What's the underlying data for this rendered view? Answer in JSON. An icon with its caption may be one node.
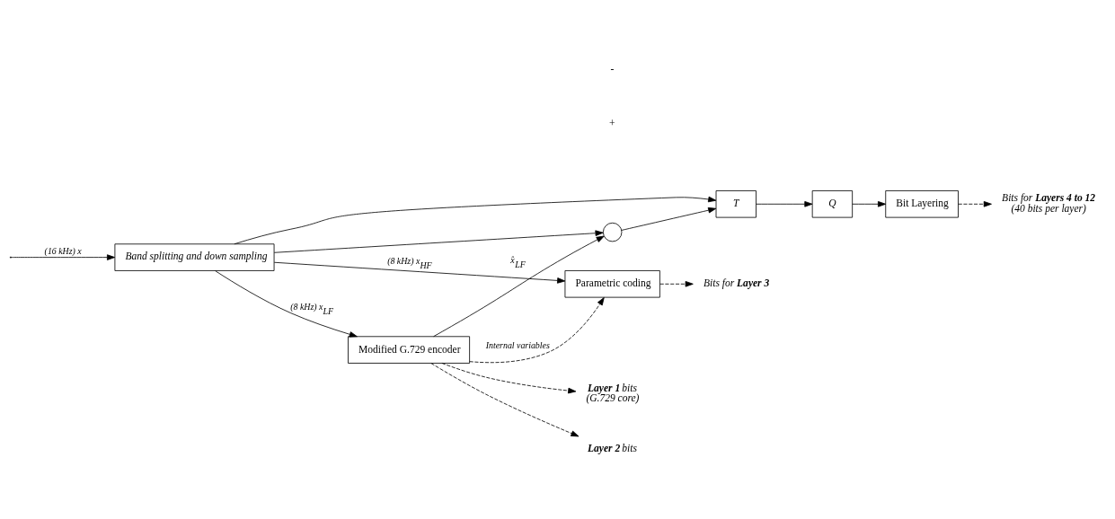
{
  "diagram": {
    "nodes": [
      {
        "text": [
          "Band splitting and down sampling"
        ]
      },
      {
        "text": [
          "Modified G.729 encoder"
        ]
      },
      {
        "text": [
          "Parametric coding"
        ]
      },
      {
        "text": [],
        "shape": "circle"
      },
      {
        "text": [
          "T"
        ]
      },
      {
        "text": [
          "Q"
        ]
      },
      {
        "text": [
          "Bit Layering"
        ]
      },
      {
        "text": [
          "**Layer 1** bits",
          "(G.729 core)"
        ]
      },
      {
        "text": [
          "**Layer 2** bits"
        ]
      },
      {
        "text": [
          "Bits for **Layer 3**"
        ]
      },
      {
        "text": [
          "Bits for **Layers 4 to 12**",
          "(40 bits per layer)"
        ]
      }
    ],
    "edges": [
      {
        "from": null,
        "to": 0,
        "arrow": "to",
        "label": "(16 kHz) x"
      },
      {
        "from": 0,
        "to": 1,
        "arrow": "to",
        "label": "(8 kHz) x$_{LF}$"
      },
      {
        "from": 0,
        "to": 3,
        "arrow": "to"
      },
      {
        "from": 1,
        "to": 3,
        "arrow": "to",
        "label": "x̂$_{LF}$"
      },
      {
        "from": 1,
        "to": 2,
        "arrow": "to",
        "style": "dashed",
        "label": "Internal variables"
      },
      {
        "from": 1,
        "to": 7,
        "arrow": "to",
        "style": "dashed"
      },
      {
        "from": 1,
        "to": 8,
        "arrow": "to",
        "style": "dashed"
      },
      {
        "from": 0,
        "to": 2,
        "arrow": "to",
        "label": "(8 kHz) x$_{HF}$"
      },
      {
        "from": 2,
        "to": 9,
        "arrow": "to",
        "style": "dashed"
      },
      {
        "from": 3,
        "to": 4,
        "arrow": "to"
      },
      {
        "from": 0,
        "to": 4,
        "arrow": "to"
      },
      {
        "from": 4,
        "to": 5,
        "arrow": "to"
      },
      {
        "from": 5,
        "to": 6,
        "arrow": "to"
      },
      {
        "from": 6,
        "to": 10,
        "arrow": "to",
        "style": "dashed"
      }
    ],
    "labels": [
      "+",
      "-"
    ]
  }
}
